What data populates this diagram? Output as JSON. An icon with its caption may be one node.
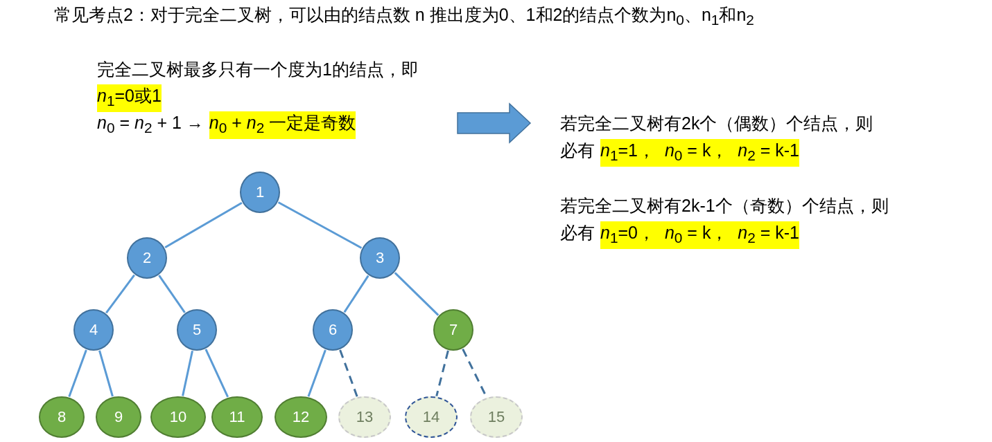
{
  "diagram": {
    "title": "常见考点2：对于完全二叉树，可以由的结点数 n 推出度为0、1和2的结点个数为n$_{0}$、n$_{1}$和n$_{2}$",
    "nodes": [
      {
        "text": [
          "1"
        ]
      },
      {
        "text": [
          "2"
        ]
      },
      {
        "text": [
          "3"
        ]
      },
      {
        "text": [
          "4"
        ]
      },
      {
        "text": [
          "5"
        ]
      },
      {
        "text": [
          "6"
        ]
      },
      {
        "text": [
          "7"
        ]
      },
      {
        "text": [
          "8"
        ]
      },
      {
        "text": [
          "9"
        ]
      },
      {
        "text": [
          "10"
        ]
      },
      {
        "text": [
          "11"
        ]
      },
      {
        "text": [
          "12"
        ]
      },
      {
        "text": [
          "13"
        ]
      },
      {
        "text": [
          "14"
        ]
      },
      {
        "text": [
          "15"
        ]
      }
    ],
    "edges": [
      {
        "from": 0,
        "to": 1,
        "arrow": "none"
      },
      {
        "from": 0,
        "to": 2,
        "arrow": "none"
      },
      {
        "from": 1,
        "to": 3,
        "arrow": "none"
      },
      {
        "from": 1,
        "to": 4,
        "arrow": "none"
      },
      {
        "from": 2,
        "to": 5,
        "arrow": "none"
      },
      {
        "from": 2,
        "to": 6,
        "arrow": "none"
      },
      {
        "from": 3,
        "to": 7,
        "arrow": "none"
      },
      {
        "from": 3,
        "to": 8,
        "arrow": "none"
      },
      {
        "from": 4,
        "to": 9,
        "arrow": "none"
      },
      {
        "from": 4,
        "to": 10,
        "arrow": "none"
      },
      {
        "from": 5,
        "to": 11,
        "arrow": "none"
      },
      {
        "from": 5,
        "to": 12,
        "arrow": "none",
        "style": "dashed",
        "color": "#41719c"
      },
      {
        "from": 6,
        "to": 13,
        "arrow": "none",
        "style": "dashed",
        "color": "#41719c"
      },
      {
        "from": 6,
        "to": 14,
        "arrow": "none",
        "style": "dashed",
        "color": "#41719c"
      }
    ],
    "labels": [
      "完全二叉树最多只有一个度为1的结点，即",
      "*n*$_{1}$=0或1",
      "*n*$_{0}$ = *n*$_{2}$ + 1 →",
      "*n*$_{0}$ + *n*$_{2}$ 一定是奇数",
      "若完全二叉树有2k个（偶数）个结点，则",
      "必有",
      "*n*$_{1}$=1，  *n*$_{0}$ = k，  *n*$_{2}$ = k-1",
      "若完全二叉树有2k-1个（奇数）个结点，则",
      "必有",
      "*n*$_{1}$=0，  *n*$_{0}$ = k，  *n*$_{2}$ = k-1"
    ]
  }
}
